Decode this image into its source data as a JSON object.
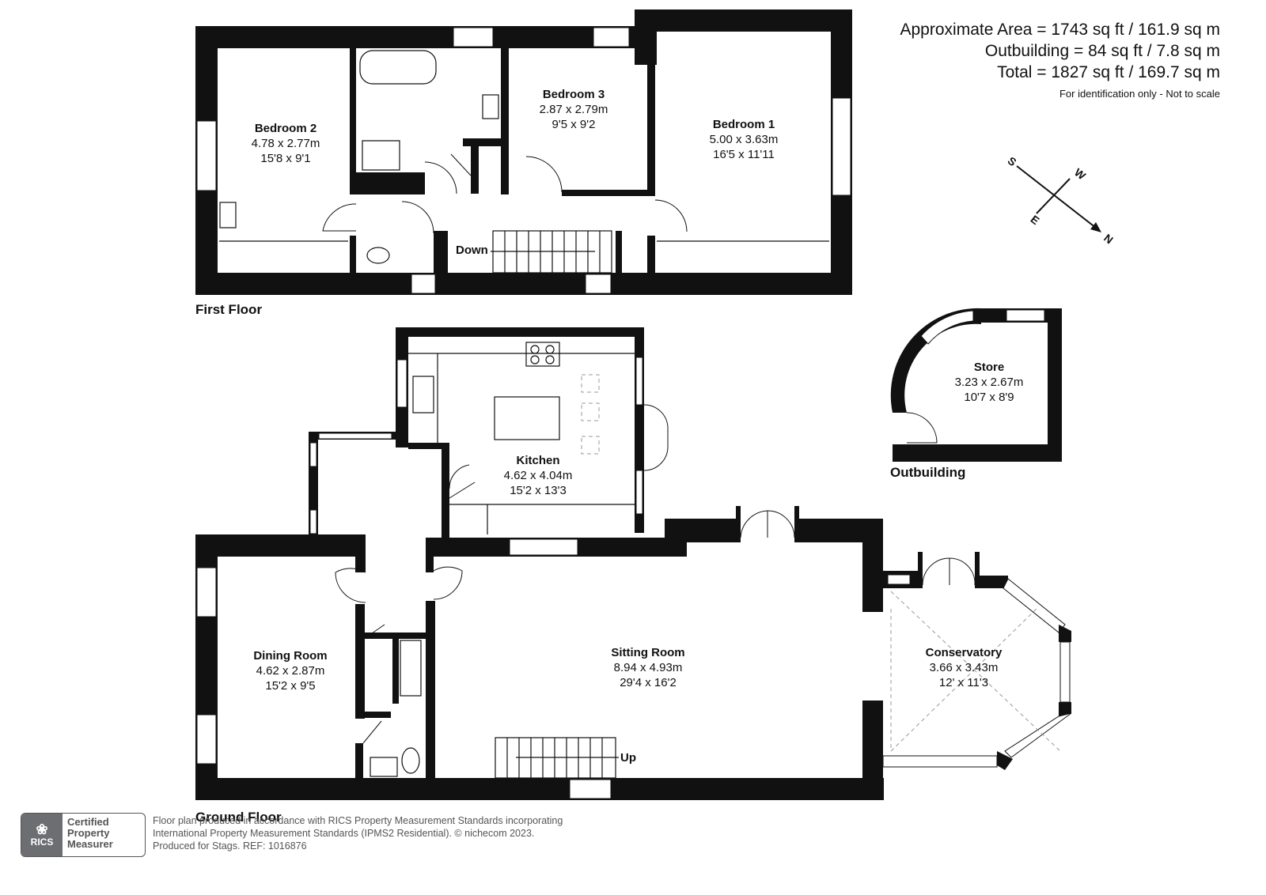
{
  "area": {
    "approximate": "Approximate Area = 1743 sq ft / 161.9 sq m",
    "outbuilding": "Outbuilding = 84 sq ft / 7.8 sq m",
    "total": "Total = 1827 sq ft / 169.7 sq m",
    "note": "For identification only - Not to scale"
  },
  "floors": {
    "first": "First Floor",
    "ground": "Ground Floor",
    "outbuilding": "Outbuilding"
  },
  "rooms": {
    "bedroom2": {
      "name": "Bedroom 2",
      "metric": "4.78 x 2.77m",
      "imperial": "15'8 x 9'1"
    },
    "bedroom3": {
      "name": "Bedroom 3",
      "metric": "2.87 x 2.79m",
      "imperial": "9'5 x 9'2"
    },
    "bedroom1": {
      "name": "Bedroom 1",
      "metric": "5.00 x 3.63m",
      "imperial": "16'5 x 11'11"
    },
    "store": {
      "name": "Store",
      "metric": "3.23 x 2.67m",
      "imperial": "10'7 x 8'9"
    },
    "kitchen": {
      "name": "Kitchen",
      "metric": "4.62 x 4.04m",
      "imperial": "15'2 x 13'3"
    },
    "dining": {
      "name": "Dining Room",
      "metric": "4.62 x 2.87m",
      "imperial": "15'2 x 9'5"
    },
    "sitting": {
      "name": "Sitting Room",
      "metric": "8.94 x 4.93m",
      "imperial": "29'4 x 16'2"
    },
    "conservatory": {
      "name": "Conservatory",
      "metric": "3.66 x 3.43m",
      "imperial": "12' x 11'3"
    }
  },
  "stairs": {
    "down": "Down",
    "up": "Up"
  },
  "compass": {
    "s": "S",
    "w": "W",
    "e": "E",
    "n": "N"
  },
  "rics": {
    "abbr": "RICS",
    "line1": "Certified",
    "line2": "Property",
    "line3": "Measurer"
  },
  "footer": {
    "line1": "Floor plan produced in accordance with RICS Property Measurement Standards incorporating",
    "line2": "International Property Measurement Standards (IPMS2 Residential).   © nichecom 2023.",
    "line3": "Produced for Stags.   REF: 1016876"
  }
}
